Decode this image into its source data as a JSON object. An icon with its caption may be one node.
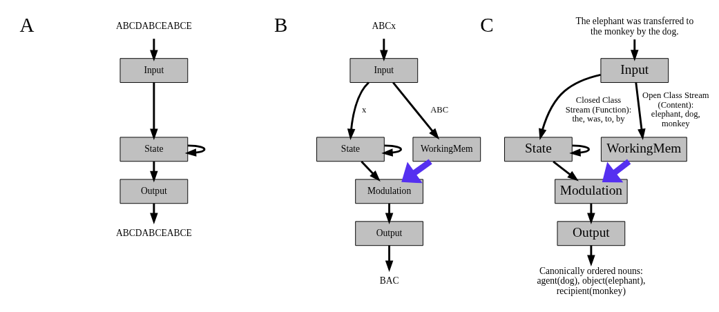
{
  "diagram": {
    "nodes": [
      {
        "text": [
          "ABCDABCEABCE"
        ]
      },
      {
        "text": [
          "Input"
        ]
      },
      {
        "text": [
          "State"
        ]
      },
      {
        "text": [
          "Output"
        ]
      },
      {
        "text": [
          "ABCDABCEABCE"
        ]
      },
      {
        "text": [
          "ABCx"
        ]
      },
      {
        "text": [
          "Input"
        ]
      },
      {
        "text": [
          "State"
        ]
      },
      {
        "text": [
          "WorkingMem"
        ]
      },
      {
        "text": [
          "Modulation"
        ]
      },
      {
        "text": [
          "Output"
        ]
      },
      {
        "text": [
          "BAC"
        ]
      },
      {
        "text": [
          "The elephant was transferred to the monkey by the dog."
        ]
      },
      {
        "text": [
          "Input"
        ]
      },
      {
        "text": [
          "State"
        ]
      },
      {
        "text": [
          "WorkingMem"
        ]
      },
      {
        "text": [
          "Modulation"
        ]
      },
      {
        "text": [
          "Output"
        ]
      },
      {
        "text": [
          "Canonically ordered nouns: agent(dog), object(elephant), recipient(monkey)"
        ]
      }
    ],
    "edges": [
      {
        "from": 0,
        "to": 1,
        "arrow": "to"
      },
      {
        "from": 1,
        "to": 2,
        "arrow": "to"
      },
      {
        "from": 2,
        "to": 2,
        "arrow": "to"
      },
      {
        "from": 2,
        "to": 3,
        "arrow": "to"
      },
      {
        "from": 3,
        "to": 4,
        "arrow": "to"
      },
      {
        "from": 5,
        "to": 6,
        "arrow": "to"
      },
      {
        "from": 6,
        "to": 7,
        "arrow": "to",
        "label": "x"
      },
      {
        "from": 7,
        "to": 7,
        "arrow": "to"
      },
      {
        "from": 6,
        "to": 8,
        "arrow": "to",
        "label": "ABC"
      },
      {
        "from": 8,
        "to": 9,
        "arrow": "to",
        "style": "thick",
        "color": "#5530f0"
      },
      {
        "from": 7,
        "to": 9,
        "arrow": "to"
      },
      {
        "from": 9,
        "to": 10,
        "arrow": "to"
      },
      {
        "from": 10,
        "to": 11,
        "arrow": "to"
      },
      {
        "from": 12,
        "to": 13,
        "arrow": "to"
      },
      {
        "from": 13,
        "to": 14,
        "arrow": "to",
        "label": "Closed Class Stream (Function): the, was, to, by"
      },
      {
        "from": 14,
        "to": 14,
        "arrow": "to"
      },
      {
        "from": 13,
        "to": 15,
        "arrow": "to",
        "label": "Open Class Stream (Content): elephant, dog, monkey"
      },
      {
        "from": 15,
        "to": 16,
        "arrow": "to",
        "style": "thick",
        "color": "#5530f0"
      },
      {
        "from": 14,
        "to": 16,
        "arrow": "to"
      },
      {
        "from": 16,
        "to": 17,
        "arrow": "to"
      },
      {
        "from": 17,
        "to": 18,
        "arrow": "to"
      }
    ],
    "labels": [
      "A",
      "B",
      "C"
    ]
  }
}
